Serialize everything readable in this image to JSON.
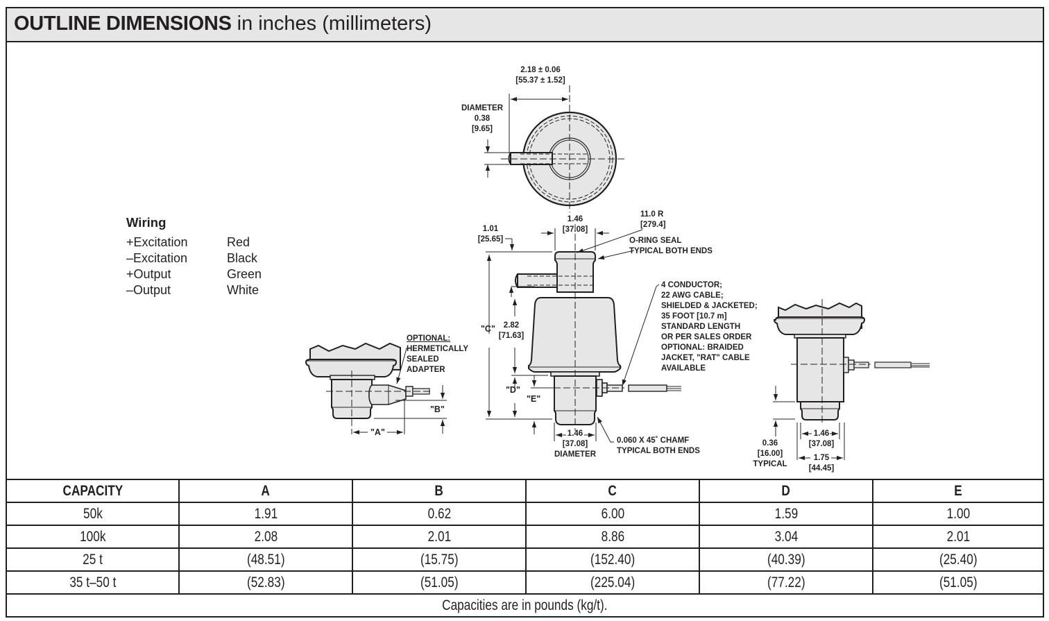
{
  "header": {
    "title_bold": "OUTLINE DIMENSIONS",
    "title_rest": " in inches (millimeters)"
  },
  "wiring": {
    "title": "Wiring",
    "rows": [
      {
        "signal": "+Excitation",
        "color": "Red"
      },
      {
        "signal": "–Excitation",
        "color": "Black"
      },
      {
        "signal": "+Output",
        "color": "Green"
      },
      {
        "signal": "–Output",
        "color": "White"
      }
    ]
  },
  "top_view": {
    "width_dim": "2.18 ± 0.06",
    "width_dim_mm": "[55.37 ± 1.52]",
    "pin_label": "DIAMETER",
    "pin_dim": "0.38",
    "pin_dim_mm": "[9.65]"
  },
  "side_view": {
    "top_width": "1.46",
    "top_width_mm": "[37.08]",
    "radius": "11.0 R",
    "radius_mm": "[279.4]",
    "pin_offset": "1.01",
    "pin_offset_mm": "[25.65]",
    "oring_1": "O-RING SEAL",
    "oring_2": "TYPICAL BOTH ENDS",
    "body_height": "2.82",
    "body_height_mm": "[71.63]",
    "label_c": "\"C\"",
    "label_d": "\"D\"",
    "label_e": "\"E\"",
    "bottom_width": "1.46",
    "bottom_width_mm": "[37.08]",
    "bottom_label": "DIAMETER",
    "chamf_1": "0.060 X 45˚ CHAMF",
    "chamf_2": "TYPICAL BOTH ENDS",
    "cable_notes": [
      "4 CONDUCTOR;",
      "22 AWG CABLE;",
      "SHIELDED & JACKETED;",
      "35 FOOT [10.7 m]",
      "STANDARD LENGTH",
      "OR PER SALES ORDER",
      "OPTIONAL: BRAIDED",
      "JACKET, \"RAT\" CABLE",
      "AVAILABLE"
    ]
  },
  "adapter_view": {
    "optional": "OPTIONAL:",
    "notes": [
      "HERMETICALLY",
      "SEALED",
      "ADAPTER"
    ],
    "label_a": "\"A\"",
    "label_b": "\"B\""
  },
  "right_view": {
    "inner_width": "1.46",
    "inner_width_mm": "[37.08]",
    "outer_width": "1.75",
    "outer_width_mm": "[44.45]",
    "groove": "0.36",
    "groove_mm": "[16.00]",
    "groove_label": "TYPICAL"
  },
  "table": {
    "headers": [
      "CAPACITY",
      "A",
      "B",
      "C",
      "D",
      "E"
    ],
    "rows": [
      [
        "50k",
        "1.91",
        "0.62",
        "6.00",
        "1.59",
        "1.00"
      ],
      [
        "100k",
        "2.08",
        "2.01",
        "8.86",
        "3.04",
        "2.01"
      ],
      [
        "25 t",
        "(48.51)",
        "(15.75)",
        "(152.40)",
        "(40.39)",
        "(25.40)"
      ],
      [
        "35 t–50 t",
        "(52.83)",
        "(51.05)",
        "(225.04)",
        "(77.22)",
        "(51.05)"
      ]
    ],
    "footnote": "Capacities are in pounds (kg/t)."
  }
}
